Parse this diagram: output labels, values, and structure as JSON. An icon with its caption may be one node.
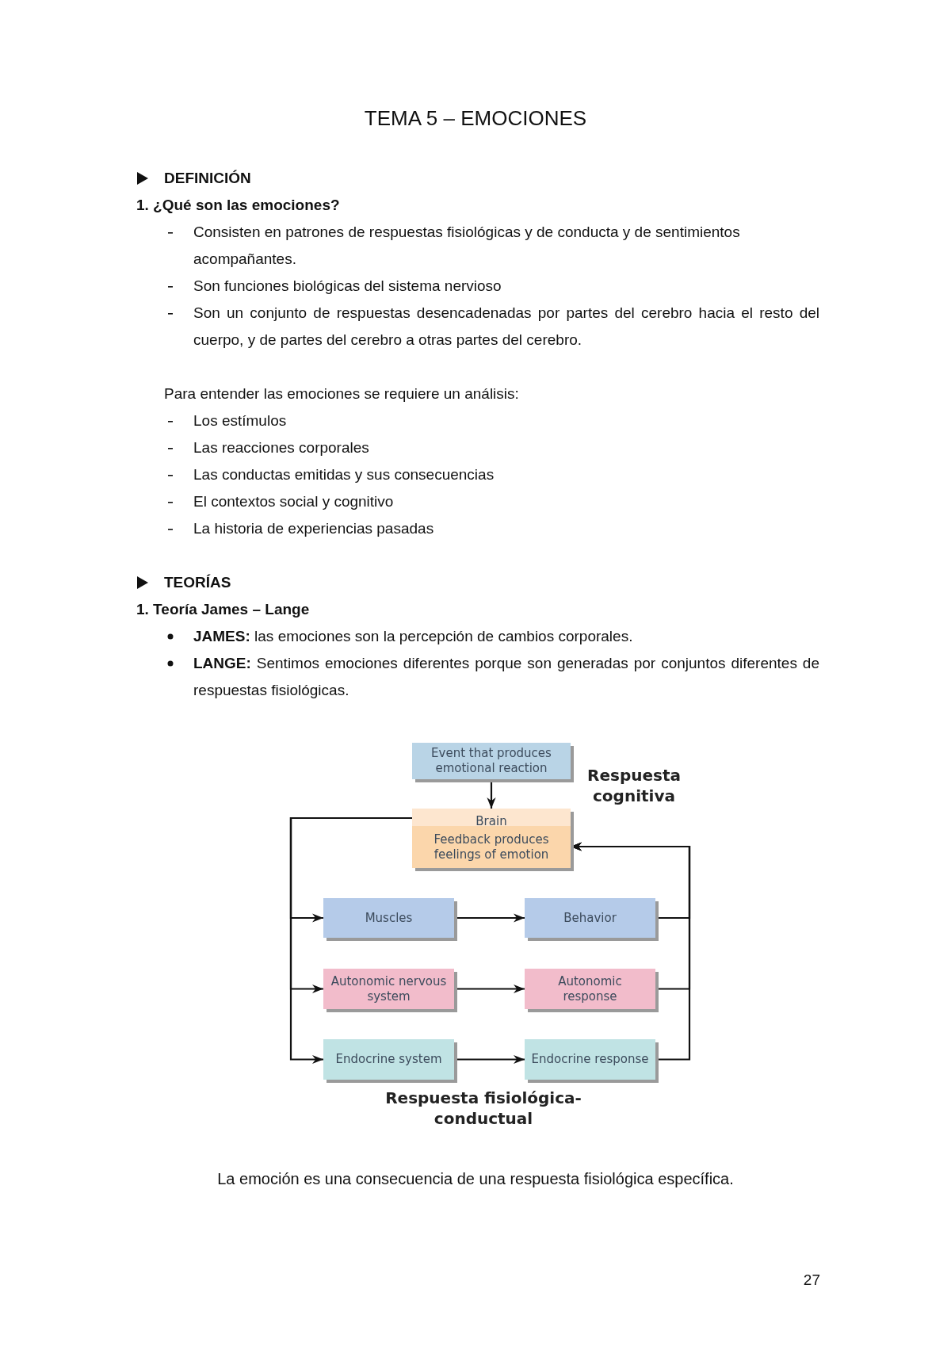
{
  "diagram": {
    "title": "TEMA 5 – EMOCIONES",
    "caption": "La emoción es una consecuencia de una respuesta fisiológica específica.",
    "nodes": [
      {
        "text": [
          "Event that produces emotional reaction"
        ]
      },
      {
        "text": [
          "Brain",
          "Feedback produces feelings of emotion"
        ]
      },
      {
        "text": [
          "Muscles"
        ]
      },
      {
        "text": [
          "Behavior"
        ]
      },
      {
        "text": [
          "Autonomic nervous system"
        ]
      },
      {
        "text": [
          "Autonomic response"
        ]
      },
      {
        "text": [
          "Endocrine system"
        ]
      },
      {
        "text": [
          "Endocrine response"
        ]
      }
    ],
    "edges": [
      {
        "from": 0,
        "to": 1,
        "arrow": "to"
      },
      {
        "from": 1,
        "to": 2,
        "arrow": "to"
      },
      {
        "from": 1,
        "to": 4,
        "arrow": "to"
      },
      {
        "from": 1,
        "to": 6,
        "arrow": "to"
      },
      {
        "from": 2,
        "to": 3,
        "arrow": "to"
      },
      {
        "from": 4,
        "to": 5,
        "arrow": "to"
      },
      {
        "from": 6,
        "to": 7,
        "arrow": "to"
      },
      {
        "from": 3,
        "to": 1,
        "arrow": "to"
      },
      {
        "from": 5,
        "to": 1,
        "arrow": "to"
      },
      {
        "from": 7,
        "to": 1,
        "arrow": "to"
      }
    ],
    "labels": [
      "DEFINICIÓN",
      "1. ¿Qué son las emociones?",
      "Consisten en patrones de respuestas fisiológicas y de conducta y de sentimientos acompañantes.",
      "Son funciones biológicas del sistema nervioso",
      "Son un conjunto de respuestas desencadenadas por partes del cerebro hacia el resto del cuerpo, y de partes del cerebro a otras partes del cerebro.",
      "Para entender las emociones se requiere un análisis:",
      "Los estímulos",
      "Las reacciones corporales",
      "Las conductas emitidas y sus consecuencias",
      "El contextos social y cognitivo",
      "La historia de experiencias pasadas",
      "TEORÍAS",
      "1. Teoría James – Lange",
      "**JAMES:** las emociones son la percepción de cambios corporales.",
      "**LANGE:** Sentimos emociones diferentes porque son generadas por conjuntos diferentes de respuestas fisiológicas.",
      "Respuesta cognitiva",
      "Respuesta fisiológica-conductual",
      "27"
    ]
  }
}
